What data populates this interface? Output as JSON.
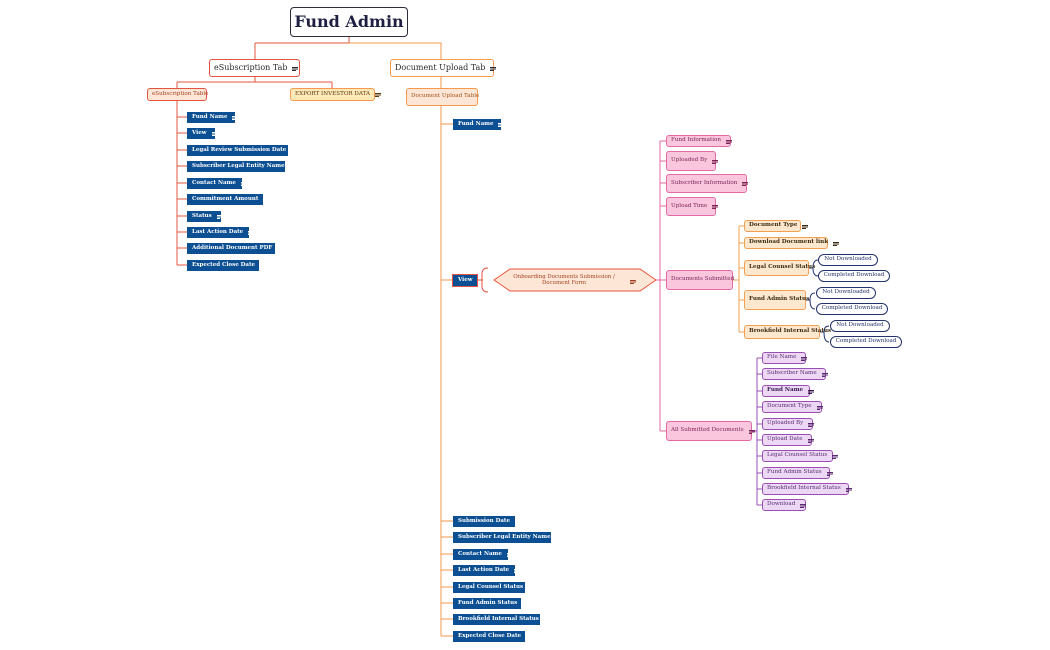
{
  "root": {
    "label": "Fund Admin"
  },
  "tabs": {
    "esub": {
      "label": "eSubscription Tab"
    },
    "docupload": {
      "label": "Document Upload Tab"
    }
  },
  "esub": {
    "table_label": "eSubscription Table",
    "export_label": "EXPORT INVESTOR DATA",
    "columns": [
      "Fund Name",
      "View",
      "Legal Review Submission Date",
      "Subscriber Legal Entity Name",
      "Contact Name",
      "Commitment Amount",
      "Status",
      "Last Action Date",
      "Additional Document PDF",
      "Expected Close Date"
    ]
  },
  "docupload": {
    "table_label": "Document Upload Table",
    "fund_name": "Fund Name",
    "view": "View",
    "form_label": "Onboarding Documents Submission / Document Form",
    "columns_after": [
      "Submission Date",
      "Subscriber Legal Entity Name",
      "Contact Name",
      "Last Action Date",
      "Legal Counsel Status",
      "Fund Admin Status",
      "Brookfield Internal Status",
      "Expected Close Date"
    ],
    "form_fields": [
      "Fund Information",
      "Uploaded By",
      "Subscriber Information",
      "Upload Time",
      "Documents Submitted",
      "All Submitted Documents"
    ],
    "documents_submitted": [
      "Document Type",
      "Download Document link",
      "Legal Counsel Status",
      "Fund Admin Status",
      "Brookfield Internal Status"
    ],
    "status_options": [
      "Not Downloaded",
      "Completed Download"
    ],
    "all_submitted": [
      "File Name",
      "Subscriber Name",
      "Fund Name",
      "Document Type",
      "Uploaded By",
      "Upload Date",
      "Legal Counsel Status",
      "Fund Admin Status",
      "Brookfield Internal Status",
      "Download"
    ]
  },
  "icons": {
    "note": "notes-icon"
  },
  "colors": {
    "root_border": "#2b2b3a",
    "esub_branch": "#e2543f",
    "docupload_branch": "#f59a4d",
    "column_fill": "#0c4f92",
    "form_field_fill": "#f9c6dd",
    "status_fill": "#fde8cf",
    "submitted_fill": "#ecd8f5",
    "option_border": "#24336b"
  }
}
